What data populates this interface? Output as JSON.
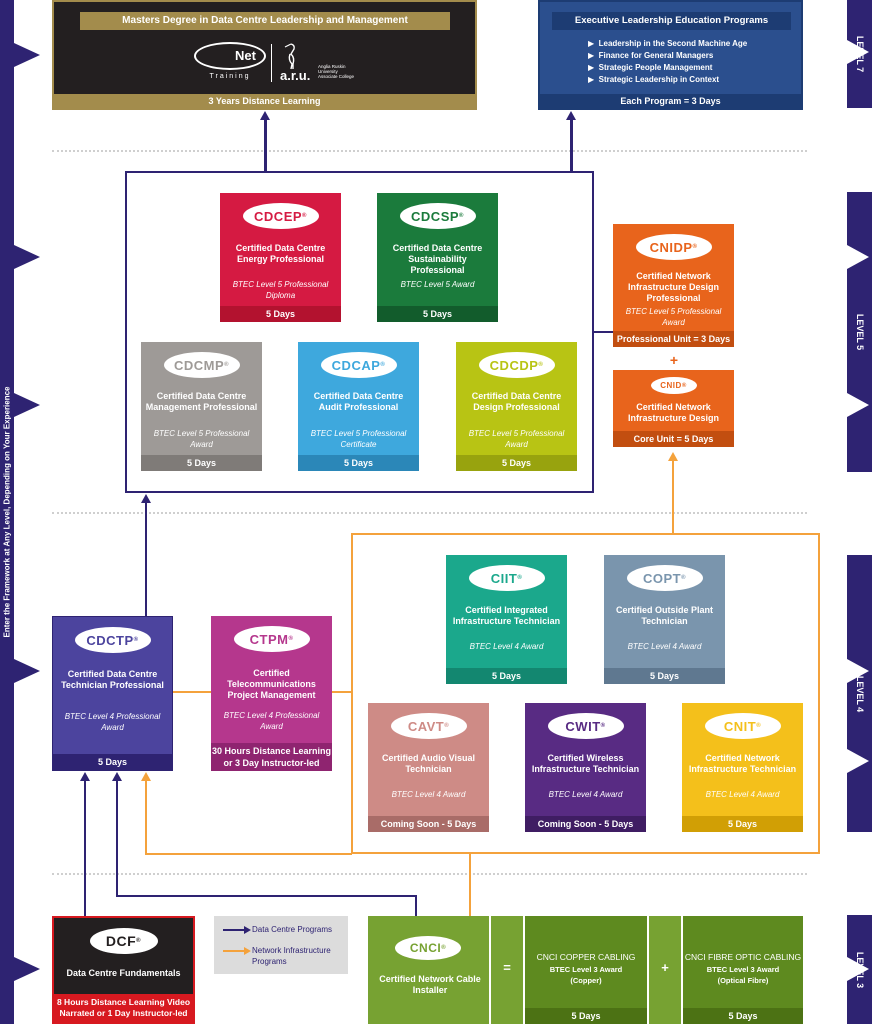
{
  "side_label": "Enter the Framework at Any Level, Depending on Your Experience",
  "levels": {
    "l7": "LEVEL 7",
    "l5": "LEVEL 5",
    "l4": "LEVEL 4",
    "l3": "LEVEL 3"
  },
  "colors": {
    "navy": "#2e2372",
    "orange": "#f4a23c",
    "green": "#77a232",
    "gold": "#a38c4c",
    "cdcep": "#d51a42",
    "cdcsp": "#1b7b3c",
    "cdcmp": "#9e9a97",
    "cdcap": "#3ea8dd",
    "cdcdp": "#b8c414",
    "cnidp": "#e8641c",
    "cdctp": "#4c449e",
    "ctpm": "#b5378d",
    "ciit": "#1ba88c",
    "copt": "#7a95ad",
    "cavt": "#ce8b86",
    "cwit": "#582b83",
    "cnit": "#f4c01b",
    "dcf": "#231f20",
    "dcf_footer": "#d71920"
  },
  "masters": {
    "title": "Masters Degree in Data Centre Leadership and Management",
    "logo_cnet": "Net",
    "logo_cnet_sub": "Training",
    "logo_aru": "a.r.u.",
    "logo_aru_sub": "Anglia Ruskin University Associate College",
    "footer": "3 Years Distance Learning"
  },
  "executive": {
    "title": "Executive Leadership Education Programs",
    "items": [
      "Leadership in the Second Machine Age",
      "Finance for General Managers",
      "Strategic People Management",
      "Strategic Leadership in Context"
    ],
    "footer": "Each Program = 3 Days"
  },
  "level5": {
    "cdcep": {
      "badge": "CDCEP",
      "title": "Certified Data Centre Energy Professional",
      "btec": "BTEC Level 5 Professional Diploma",
      "footer": "5 Days"
    },
    "cdcsp": {
      "badge": "CDCSP",
      "title": "Certified Data Centre Sustainability Professional",
      "btec": "BTEC Level 5 Award",
      "footer": "5 Days"
    },
    "cdcmp": {
      "badge": "CDCMP",
      "title": "Certified Data Centre Management Professional",
      "btec": "BTEC Level 5 Professional Award",
      "footer": "5 Days"
    },
    "cdcap": {
      "badge": "CDCAP",
      "title": "Certified Data Centre Audit Professional",
      "btec": "BTEC Level 5 Professional Certificate",
      "footer": "5 Days"
    },
    "cdcdp": {
      "badge": "CDCDP",
      "title": "Certified Data Centre Design Professional",
      "btec": "BTEC Level 5 Professional Award",
      "footer": "5 Days"
    },
    "cnidp": {
      "badge": "CNIDP",
      "title": "Certified Network Infrastructure Design Professional",
      "btec": "BTEC Level 5 Professional Award",
      "footer": "Professional Unit = 3 Days"
    },
    "plus": "+",
    "cnid": {
      "badge": "CNID",
      "title": "Certified Network Infrastructure Design",
      "footer": "Core Unit = 5 Days"
    }
  },
  "level4": {
    "cdctp": {
      "badge": "CDCTP",
      "title": "Certified Data Centre Technician Professional",
      "btec": "BTEC Level 4 Professional Award",
      "footer": "5 Days"
    },
    "ctpm": {
      "badge": "CTPM",
      "title": "Certified Telecommunications Project Management",
      "btec": "BTEC Level 4 Professional Award",
      "footer": "30 Hours Distance Learning or 3 Day Instructor-led"
    },
    "ciit": {
      "badge": "CIIT",
      "title": "Certified Integrated Infrastructure Technician",
      "btec": "BTEC Level 4 Award",
      "footer": "5 Days"
    },
    "copt": {
      "badge": "COPT",
      "title": "Certified Outside Plant Technician",
      "btec": "BTEC Level 4 Award",
      "footer": "5 Days"
    },
    "cavt": {
      "badge": "CAVT",
      "title": "Certified Audio Visual Technician",
      "btec": "BTEC Level 4 Award",
      "footer": "Coming Soon - 5 Days"
    },
    "cwit": {
      "badge": "CWIT",
      "title": "Certified Wireless Infrastructure Technician",
      "btec": "BTEC Level 4 Award",
      "footer": "Coming Soon - 5 Days"
    },
    "cnit": {
      "badge": "CNIT",
      "title": "Certified Network Infrastructure Technician",
      "btec": "BTEC Level 4 Award",
      "footer": "5 Days"
    }
  },
  "level3": {
    "dcf": {
      "badge": "DCF",
      "title": "Data Centre Fundamentals",
      "footer": "8 Hours Distance Learning Video Narrated or 1 Day Instructor-led"
    },
    "legend": {
      "data_centre": "Data Centre Programs",
      "network": "Network Infrastructure Programs"
    },
    "cnci": {
      "badge": "CNCI",
      "title": "Certified Network Cable Installer"
    },
    "equals": "=",
    "copper": {
      "title": "CNCI COPPER CABLING",
      "btec": "BTEC Level 3 Award",
      "sub": "(Copper)",
      "footer": "5 Days"
    },
    "plus": "+",
    "fibre": {
      "title": "CNCI FIBRE OPTIC CABLING",
      "btec": "BTEC Level 3 Award",
      "sub": "(Optical Fibre)",
      "footer": "5 Days"
    }
  }
}
